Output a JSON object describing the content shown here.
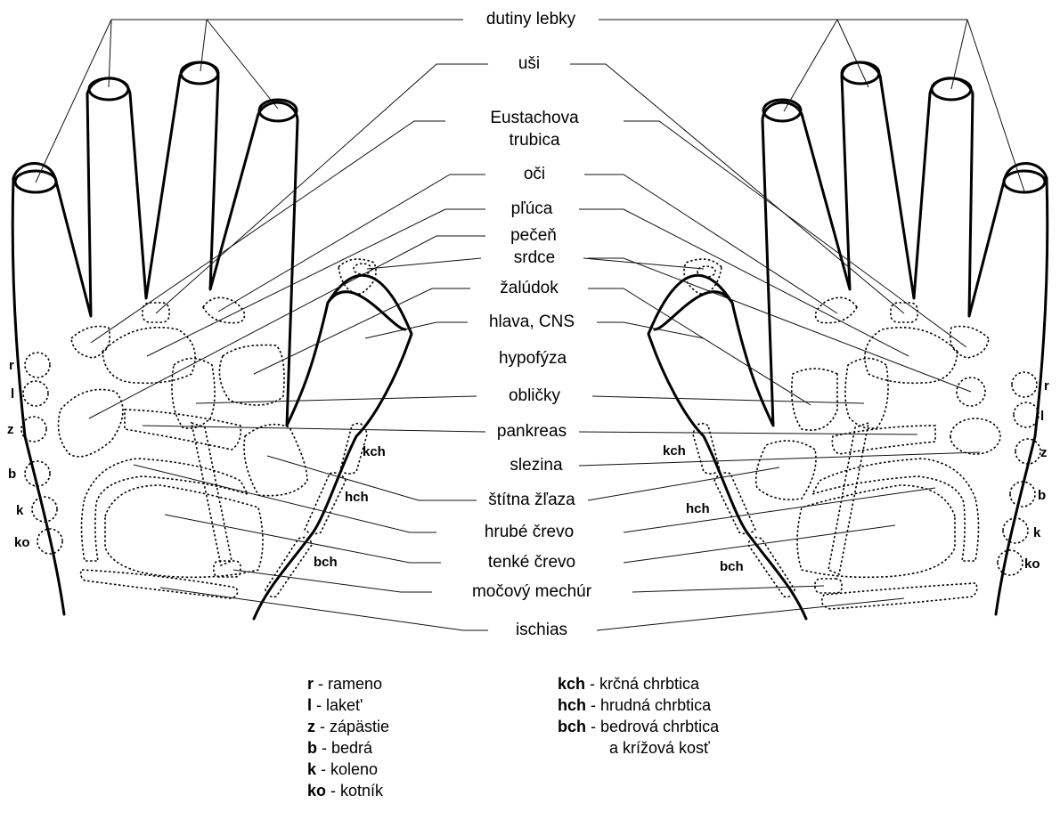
{
  "organ_labels": {
    "sinuses": "dutiny lebky",
    "ears": "uši",
    "eustachian_1": "Eustachova",
    "eustachian_2": "trubica",
    "eyes": "oči",
    "lungs": "pľúca",
    "liver": "pečeň",
    "heart": "srdce",
    "stomach": "žalúdok",
    "head_cns": "hlava, CNS",
    "pituitary": "hypofýza",
    "kidneys": "obličky",
    "pancreas": "pankreas",
    "spleen": "slezina",
    "thyroid": "štítna žľaza",
    "colon": "hrubé črevo",
    "small_intestine": "tenké črevo",
    "bladder": "močový mechúr",
    "sciatica": "ischias"
  },
  "spine_labels": {
    "cervical": "kch",
    "thoracic": "hch",
    "lumbar": "bch"
  },
  "joint_labels": {
    "shoulder": "r",
    "elbow": "l",
    "wrist": "z",
    "hip": "b",
    "knee": "k",
    "ankle": "ko"
  },
  "legend": {
    "left": [
      {
        "abbr": "r",
        "text": " - rameno"
      },
      {
        "abbr": "l",
        "text": " - laket'"
      },
      {
        "abbr": "z",
        "text": " - zápästie"
      },
      {
        "abbr": "b",
        "text": " - bedrá"
      },
      {
        "abbr": "k",
        "text": " - koleno"
      },
      {
        "abbr": "ko",
        "text": " - kotník"
      }
    ],
    "right": [
      {
        "abbr": "kch",
        "text": " - krčná chrbtica"
      },
      {
        "abbr": "hch",
        "text": " - hrudná chrbtica"
      },
      {
        "abbr": "bch",
        "text": " - bedrová chrbtica"
      },
      {
        "abbr": "",
        "text": "a krížová kosť"
      }
    ]
  }
}
